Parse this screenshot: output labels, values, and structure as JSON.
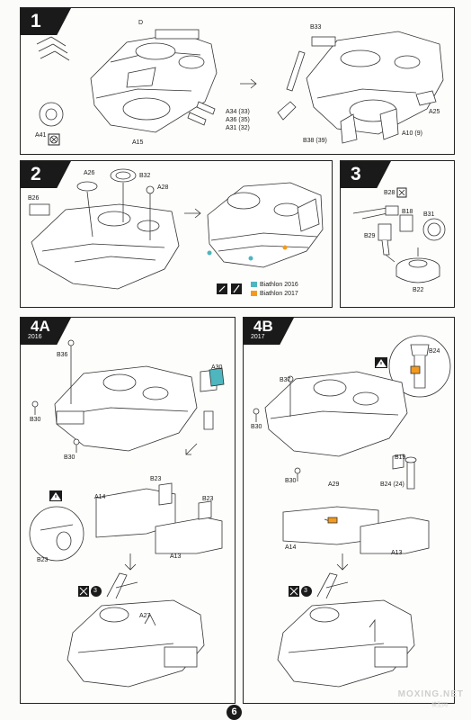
{
  "page_number": "6",
  "watermark": {
    "main": "MOXING.NET",
    "sub": "模型网"
  },
  "colors": {
    "biathlon_2016": "#4db6bf",
    "biathlon_2017": "#f39a1e"
  },
  "step1": {
    "step": "1",
    "labels": {
      "d": "D",
      "a34": "A34 (33)",
      "a36": "A36 (35)",
      "a31": "A31 (32)",
      "a41": "A41",
      "a15": "A15",
      "b33": "B33",
      "a25": "A25",
      "b38": "B38 (39)",
      "a10": "A10 (9)"
    },
    "icons": [
      "no-glue-icon",
      "arrow-right-icon"
    ]
  },
  "step2": {
    "step": "2",
    "labels": {
      "a26": "A26",
      "b32": "B32",
      "a28": "A28",
      "b26": "B26"
    },
    "legend": [
      {
        "label": "Biathlon 2016",
        "color_key": "biathlon_2016"
      },
      {
        "label": "Biathlon 2017",
        "color_key": "biathlon_2017"
      }
    ]
  },
  "step3": {
    "step": "3",
    "labels": {
      "b28": "B28",
      "b18": "B18",
      "b31": "B31",
      "b29": "B29",
      "b22": "B22"
    }
  },
  "step4a": {
    "step": "4A",
    "year": "2016",
    "labels": {
      "b36": "B36",
      "a30": "A30",
      "b30a": "B30",
      "b30b": "B30",
      "b23a": "B23",
      "b23b": "B23",
      "a14": "A14",
      "a13": "A13",
      "b23c": "B23",
      "step3ref": "3",
      "a27": "A27"
    }
  },
  "step4b": {
    "step": "4B",
    "year": "2017",
    "labels": {
      "b24a": "B24",
      "b37": "B37",
      "b30a": "B30",
      "b30b": "B30",
      "b19": "B19",
      "a29": "A29",
      "b24b": "B24 (24)",
      "a14": "A14",
      "a13": "A13",
      "step3ref": "3"
    }
  }
}
